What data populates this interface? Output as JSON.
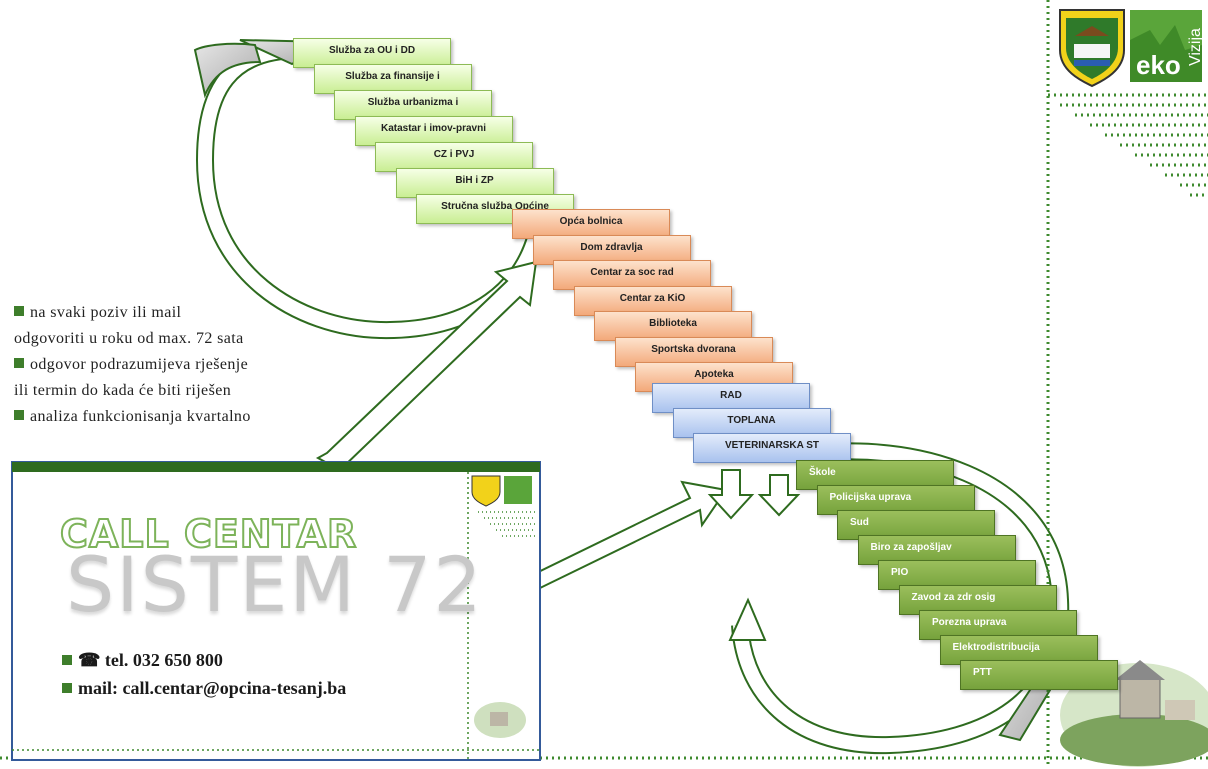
{
  "departments": {
    "green": [
      "Služba za OU i DD",
      "Služba za finansije i",
      "Služba urbanizma i",
      "Katastar i imov-pravni",
      "CZ i PVJ",
      "BiH i ZP",
      "Stručna služba Općine"
    ],
    "orange": [
      "Opća bolnica",
      "Dom zdravlja",
      "Centar za soc rad",
      "Centar za KiO",
      "Biblioteka",
      "Sportska dvorana",
      "Apoteka"
    ],
    "blue": [
      "RAD",
      "TOPLANA",
      "VETERINARSKA ST"
    ],
    "darkgreen": [
      "Škole",
      "Policijska uprava",
      "Sud",
      "Biro za zapošljav",
      "PIO",
      "Zavod za zdr osig",
      "Porezna uprava",
      "Elektrodistribucija",
      "PTT"
    ]
  },
  "rules": [
    "na svaki poziv ili mail",
    "odgovoriti u roku od max. 72 sata",
    "odgovor podrazumijeva rješenje",
    "ili termin do kada će biti riješen",
    "analiza funkcionisanja kvartalno"
  ],
  "callcenter": {
    "line1": "CALL CENTAR",
    "line2": "SISTEM 72",
    "tel": "tel.  032 650 800",
    "mail": "mail:  call.centar@opcina-tesanj.ba"
  },
  "logo": {
    "text": "ekoVizija"
  },
  "colors": {
    "green": "#c9ee93",
    "orange": "#f3a97a",
    "blue": "#a9c2ee",
    "darkgreen": "#76a23c",
    "accent": "#2e6b1f"
  }
}
